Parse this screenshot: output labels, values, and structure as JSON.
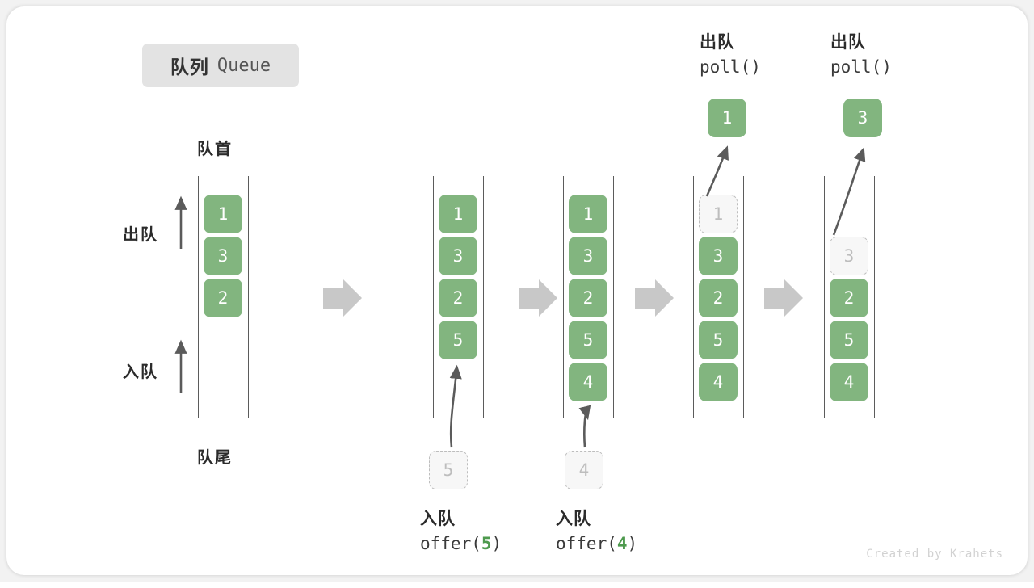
{
  "title": {
    "cn": "队列",
    "en": "Queue"
  },
  "labels": {
    "head": "队首",
    "tail": "队尾",
    "dequeue_side": "出队",
    "enqueue_side": "入队"
  },
  "colors": {
    "element": "#82b57f",
    "ghost_fill": "#f7f7f7",
    "ghost_border": "#bdbdbd",
    "rail": "#5b5b5b",
    "step_arrow": "#c8c8c8",
    "accent_text": "#4e9a4e",
    "badge_bg": "#e3e3e3"
  },
  "columns": [
    {
      "name": "initial-queue",
      "cells": [
        {
          "value": "1",
          "state": "filled"
        },
        {
          "value": "3",
          "state": "filled"
        },
        {
          "value": "2",
          "state": "filled"
        }
      ]
    },
    {
      "name": "after-offer-5",
      "cells": [
        {
          "value": "1",
          "state": "filled"
        },
        {
          "value": "3",
          "state": "filled"
        },
        {
          "value": "2",
          "state": "filled"
        },
        {
          "value": "5",
          "state": "filled"
        }
      ],
      "incoming": {
        "value": "5",
        "state": "ghost"
      },
      "caption": {
        "cn": "入队",
        "code_prefix": "offer(",
        "arg": "5",
        "code_suffix": ")"
      }
    },
    {
      "name": "after-offer-4",
      "cells": [
        {
          "value": "1",
          "state": "filled"
        },
        {
          "value": "3",
          "state": "filled"
        },
        {
          "value": "2",
          "state": "filled"
        },
        {
          "value": "5",
          "state": "filled"
        },
        {
          "value": "4",
          "state": "filled"
        }
      ],
      "incoming": {
        "value": "4",
        "state": "ghost"
      },
      "caption": {
        "cn": "入队",
        "code_prefix": "offer(",
        "arg": "4",
        "code_suffix": ")"
      }
    },
    {
      "name": "after-poll-1",
      "cells": [
        {
          "value": "1",
          "state": "ghost"
        },
        {
          "value": "3",
          "state": "filled"
        },
        {
          "value": "2",
          "state": "filled"
        },
        {
          "value": "5",
          "state": "filled"
        },
        {
          "value": "4",
          "state": "filled"
        }
      ],
      "outgoing": {
        "value": "1",
        "state": "filled"
      },
      "caption": {
        "cn": "出队",
        "code_prefix": "poll(",
        "arg": "",
        "code_suffix": ")"
      }
    },
    {
      "name": "after-poll-3",
      "cells": [
        {
          "value": "",
          "state": "empty"
        },
        {
          "value": "3",
          "state": "ghost"
        },
        {
          "value": "2",
          "state": "filled"
        },
        {
          "value": "5",
          "state": "filled"
        },
        {
          "value": "4",
          "state": "filled"
        }
      ],
      "outgoing": {
        "value": "3",
        "state": "filled"
      },
      "caption": {
        "cn": "出队",
        "code_prefix": "poll(",
        "arg": "",
        "code_suffix": ")"
      }
    }
  ],
  "footer": "Created by Krahets"
}
